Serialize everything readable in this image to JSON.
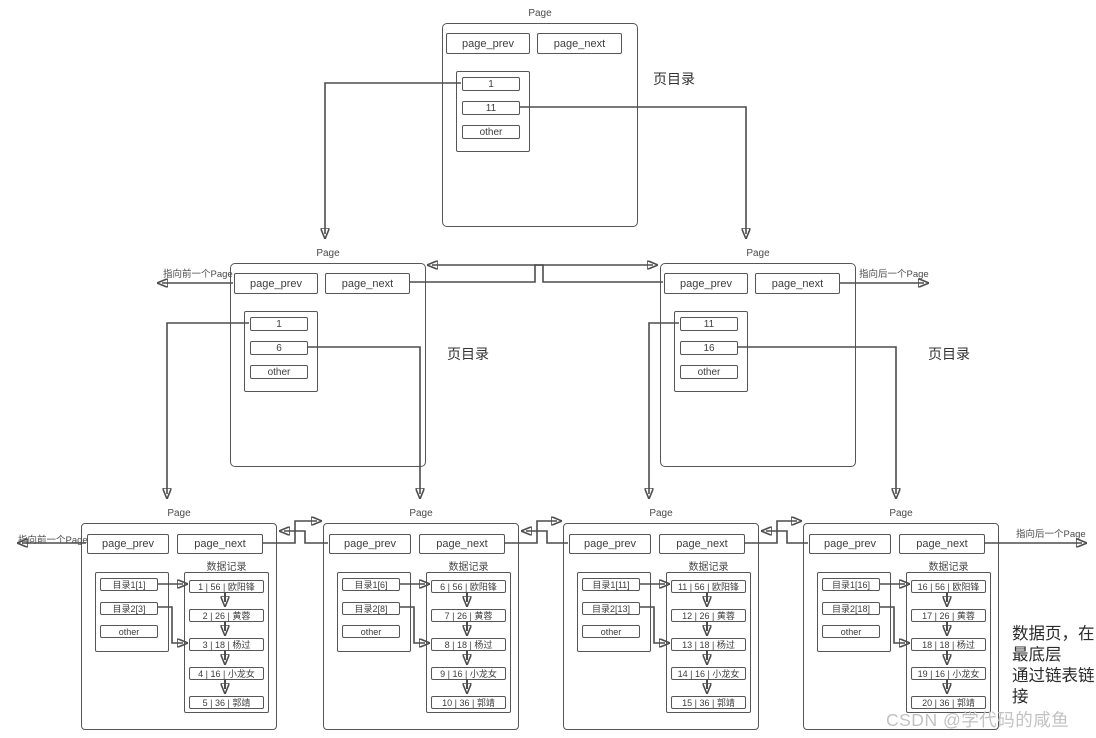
{
  "colors": {
    "line": "#4d4d4d",
    "box_border": "#565656",
    "text": "#3d3d3d",
    "watermark": "#c2c2c2"
  },
  "root_page": {
    "title": "Page",
    "page_prev": "page_prev",
    "page_next": "page_next",
    "directory": [
      "1",
      "11",
      "other"
    ],
    "side_label": "页目录"
  },
  "mid_pages": [
    {
      "title": "Page",
      "page_prev": "page_prev",
      "page_next": "page_next",
      "directory": [
        "1",
        "6",
        "other"
      ],
      "side_label": "页目录",
      "edge_label": "指向前一个Page"
    },
    {
      "title": "Page",
      "page_prev": "page_prev",
      "page_next": "page_next",
      "directory": [
        "11",
        "16",
        "other"
      ],
      "side_label": "页目录",
      "edge_label": "指向后一个Page"
    }
  ],
  "leaf_pages": [
    {
      "title": "Page",
      "page_prev": "page_prev",
      "page_next": "page_next",
      "records_label": "数据记录",
      "directory": [
        "目录1[1]",
        "目录2[3]",
        "other"
      ],
      "records": [
        "1 | 56 | 欧阳锋",
        "2 | 26 | 黄蓉",
        "3 | 18 | 杨过",
        "4 | 16 | 小龙女",
        "5 | 36 | 郭靖"
      ]
    },
    {
      "title": "Page",
      "page_prev": "page_prev",
      "page_next": "page_next",
      "records_label": "数据记录",
      "directory": [
        "目录1[6]",
        "目录2[8]",
        "other"
      ],
      "records": [
        "6 | 56 | 欧阳锋",
        "7 | 26 | 黄蓉",
        "8 | 18 | 杨过",
        "9 | 16 | 小龙女",
        "10 | 36 | 郭靖"
      ]
    },
    {
      "title": "Page",
      "page_prev": "page_prev",
      "page_next": "page_next",
      "records_label": "数据记录",
      "directory": [
        "目录1[11]",
        "目录2[13]",
        "other"
      ],
      "records": [
        "11 | 56 | 欧阳锋",
        "12 | 26 | 黄蓉",
        "13 | 18 | 杨过",
        "14 | 16 | 小龙女",
        "15 | 36 | 郭靖"
      ]
    },
    {
      "title": "Page",
      "page_prev": "page_prev",
      "page_next": "page_next",
      "records_label": "数据记录",
      "directory": [
        "目录1[16]",
        "目录2[18]",
        "other"
      ],
      "records": [
        "16 | 56 | 欧阳锋",
        "17 | 26 | 黄蓉",
        "18 | 18 | 杨过",
        "19 | 16 | 小龙女",
        "20 | 36 | 郭靖"
      ]
    }
  ],
  "annotations": {
    "leaf_prev_label": "指向前一个Page",
    "leaf_next_label": "指向后一个Page",
    "side_note": "数据页，在\n最底层\n通过链表链\n接",
    "watermark": "CSDN @学代码的咸鱼"
  }
}
